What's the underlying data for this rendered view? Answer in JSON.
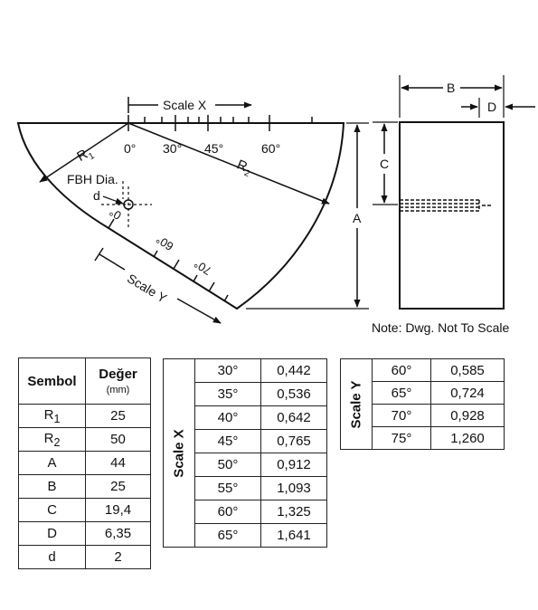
{
  "drawing": {
    "scale_x_label": "Scale X",
    "scale_y_label": "Scale Y",
    "deg_0": "0°",
    "deg_30": "30°",
    "deg_45": "45°",
    "deg_60": "60°",
    "y_deg_0": "0°",
    "y_deg_60": "60°",
    "y_deg_70": "70°",
    "r1_label": "R",
    "r1_sub": "1",
    "r2_label": "R",
    "r2_sub": "2",
    "fbh_label": "FBH Dia.",
    "d_label": "d",
    "a_label": "A",
    "b_label": "B",
    "c_label": "C",
    "d_dim_label": "D",
    "note": "Note: Dwg. Not To Scale"
  },
  "symbol_table": {
    "header_symbol": "Sembol",
    "header_value": "Değer",
    "header_unit": "(mm)",
    "rows": [
      {
        "sym": "R",
        "sub": "1",
        "val": "25"
      },
      {
        "sym": "R",
        "sub": "2",
        "val": "50"
      },
      {
        "sym": "A",
        "sub": "",
        "val": "44"
      },
      {
        "sym": "B",
        "sub": "",
        "val": "25"
      },
      {
        "sym": "C",
        "sub": "",
        "val": "19,4"
      },
      {
        "sym": "D",
        "sub": "",
        "val": "6,35"
      },
      {
        "sym": "d",
        "sub": "",
        "val": "2"
      }
    ]
  },
  "scale_x_table": {
    "label": "Scale X",
    "rows": [
      {
        "angle": "30°",
        "val": "0,442"
      },
      {
        "angle": "35°",
        "val": "0,536"
      },
      {
        "angle": "40°",
        "val": "0,642"
      },
      {
        "angle": "45°",
        "val": "0,765"
      },
      {
        "angle": "50°",
        "val": "0,912"
      },
      {
        "angle": "55°",
        "val": "1,093"
      },
      {
        "angle": "60°",
        "val": "1,325"
      },
      {
        "angle": "65°",
        "val": "1,641"
      }
    ]
  },
  "scale_y_table": {
    "label": "Scale Y",
    "rows": [
      {
        "angle": "60°",
        "val": "0,585"
      },
      {
        "angle": "65°",
        "val": "0,724"
      },
      {
        "angle": "70°",
        "val": "0,928"
      },
      {
        "angle": "75°",
        "val": "1,260"
      }
    ]
  }
}
